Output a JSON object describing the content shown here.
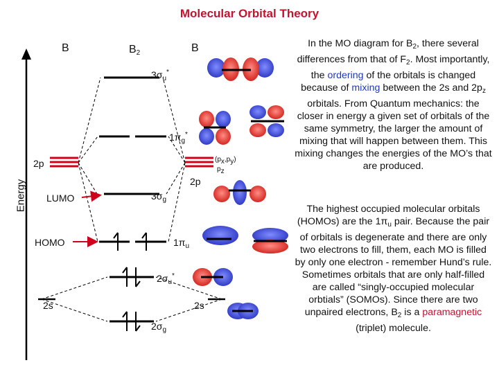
{
  "title": "Molecular Orbital Theory",
  "labels": {
    "atom_left": "B",
    "atom_right": "B",
    "molecule": "B",
    "molecule_sub": "2",
    "energy": "Energy",
    "ao_2p_left": "2p",
    "ao_2p_right": "2p",
    "ao_2s_left": "2s",
    "ao_2s_right": "2s",
    "px_py": "(p",
    "px_sub": "x",
    "py_comma": ",p",
    "py_sub": "y",
    "paren_close": ")",
    "pz": "p",
    "pz_sub": "z",
    "lumo": "LUMO",
    "homo": "HOMO",
    "mo_3su": "3σ",
    "mo_3su_sub": "u",
    "mo_3su_star": "*",
    "mo_1pg": "1π",
    "mo_1pg_sub": "g",
    "mo_1pg_star": "*",
    "mo_3sg": "3σ",
    "mo_3sg_sub": "g",
    "mo_1pu": "1π",
    "mo_1pu_sub": "u",
    "mo_2su": "2σ",
    "mo_2su_sub": "u",
    "mo_2su_star": "*",
    "mo_2sg": "2σ",
    "mo_2sg_sub": "g"
  },
  "paragraph1": {
    "t1": "In the MO diagram for B",
    "t1_sub": "2",
    "t2": ", there several differences from that of F",
    "t2_sub": "2",
    "t3": ". Most importantly, the ",
    "ordering": "ordering",
    "t4": " of the orbitals is changed because of ",
    "mixing": "mixing",
    "t5": " between the 2s and 2p",
    "t5_sub": "z",
    "t6": " orbitals.  From Quantum mechanics: the closer in energy a given set of orbitals of the same symmetry, the larger the amount of mixing that will happen between them.  This mixing changes the energies of the MO’s that are produced."
  },
  "paragraph2": {
    "t1": " The highest occupied molecular orbitals (HOMOs) are the 1π",
    "t1_sub": "u",
    "t2": " pair. Because the pair of orbitals is degenerate and there are only two electrons to fill, them, each MO is filled by only one electron - remember Hund’s rule.  Sometimes orbitals that are only half-filled are called “singly-occupied molecular orbtials” (SOMOs).  Since there are two unpaired electrons, B",
    "t2_sub": "2",
    "t3": " is a ",
    "paramagnetic": "paramagnetic",
    "t4": " (triplet) molecule."
  },
  "colors": {
    "title": "#c4122f",
    "level": "#000000",
    "ao_2p_levels": "#d0021b",
    "arrow_red": "#d0021b",
    "lobe_blue": "#3b4fd8",
    "lobe_red": "#e0332d",
    "link_blue": "#1f3bb3"
  },
  "icons": {
    "electron_spin": "half-arrow",
    "orbital_pictures": "orbital-lobe-icon"
  }
}
